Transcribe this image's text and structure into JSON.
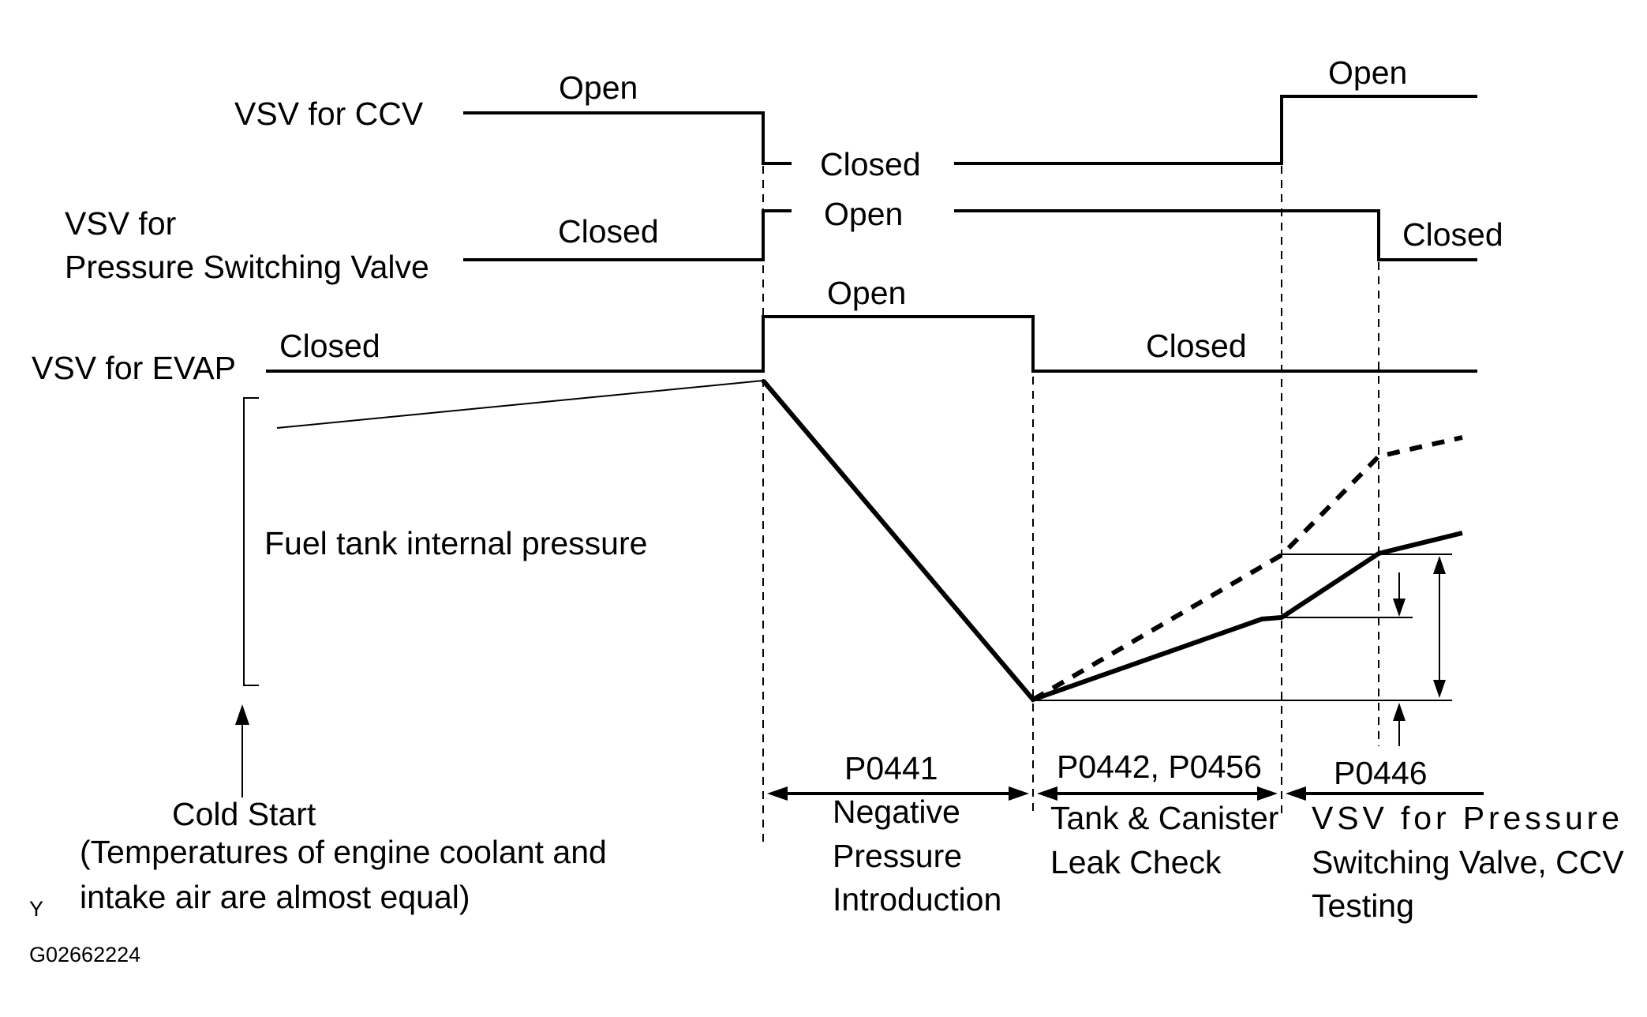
{
  "signals": {
    "ccv": {
      "label": "VSV for CCV",
      "state_1": "Open",
      "state_2": "Closed",
      "state_3": "Open"
    },
    "psv": {
      "label_line1": "VSV for",
      "label_line2": "Pressure Switching Valve",
      "state_1": "Closed",
      "state_2": "Open",
      "state_3": "Closed"
    },
    "evap": {
      "label": "VSV for EVAP",
      "state_1": "Closed",
      "state_2": "Open",
      "state_3": "Closed"
    }
  },
  "pressure": {
    "label": "Fuel tank internal pressure"
  },
  "cold_start": {
    "line1": "Cold Start",
    "line2": "(Temperatures of engine coolant and",
    "line3": "intake air are almost equal)"
  },
  "phases": {
    "p0441": {
      "code": "P0441",
      "line1": "Negative",
      "line2": "Pressure",
      "line3": "Introduction"
    },
    "p0442": {
      "code": "P0442, P0456",
      "line1": "Tank & Canister",
      "line2": "Leak Check"
    },
    "p0446": {
      "code": "P0446",
      "line1": "VSV for Pressure",
      "line2": "Switching Valve, CCV",
      "line3": "Testing"
    }
  },
  "footer": {
    "mark": "Y",
    "figure_id": "G02662224"
  }
}
